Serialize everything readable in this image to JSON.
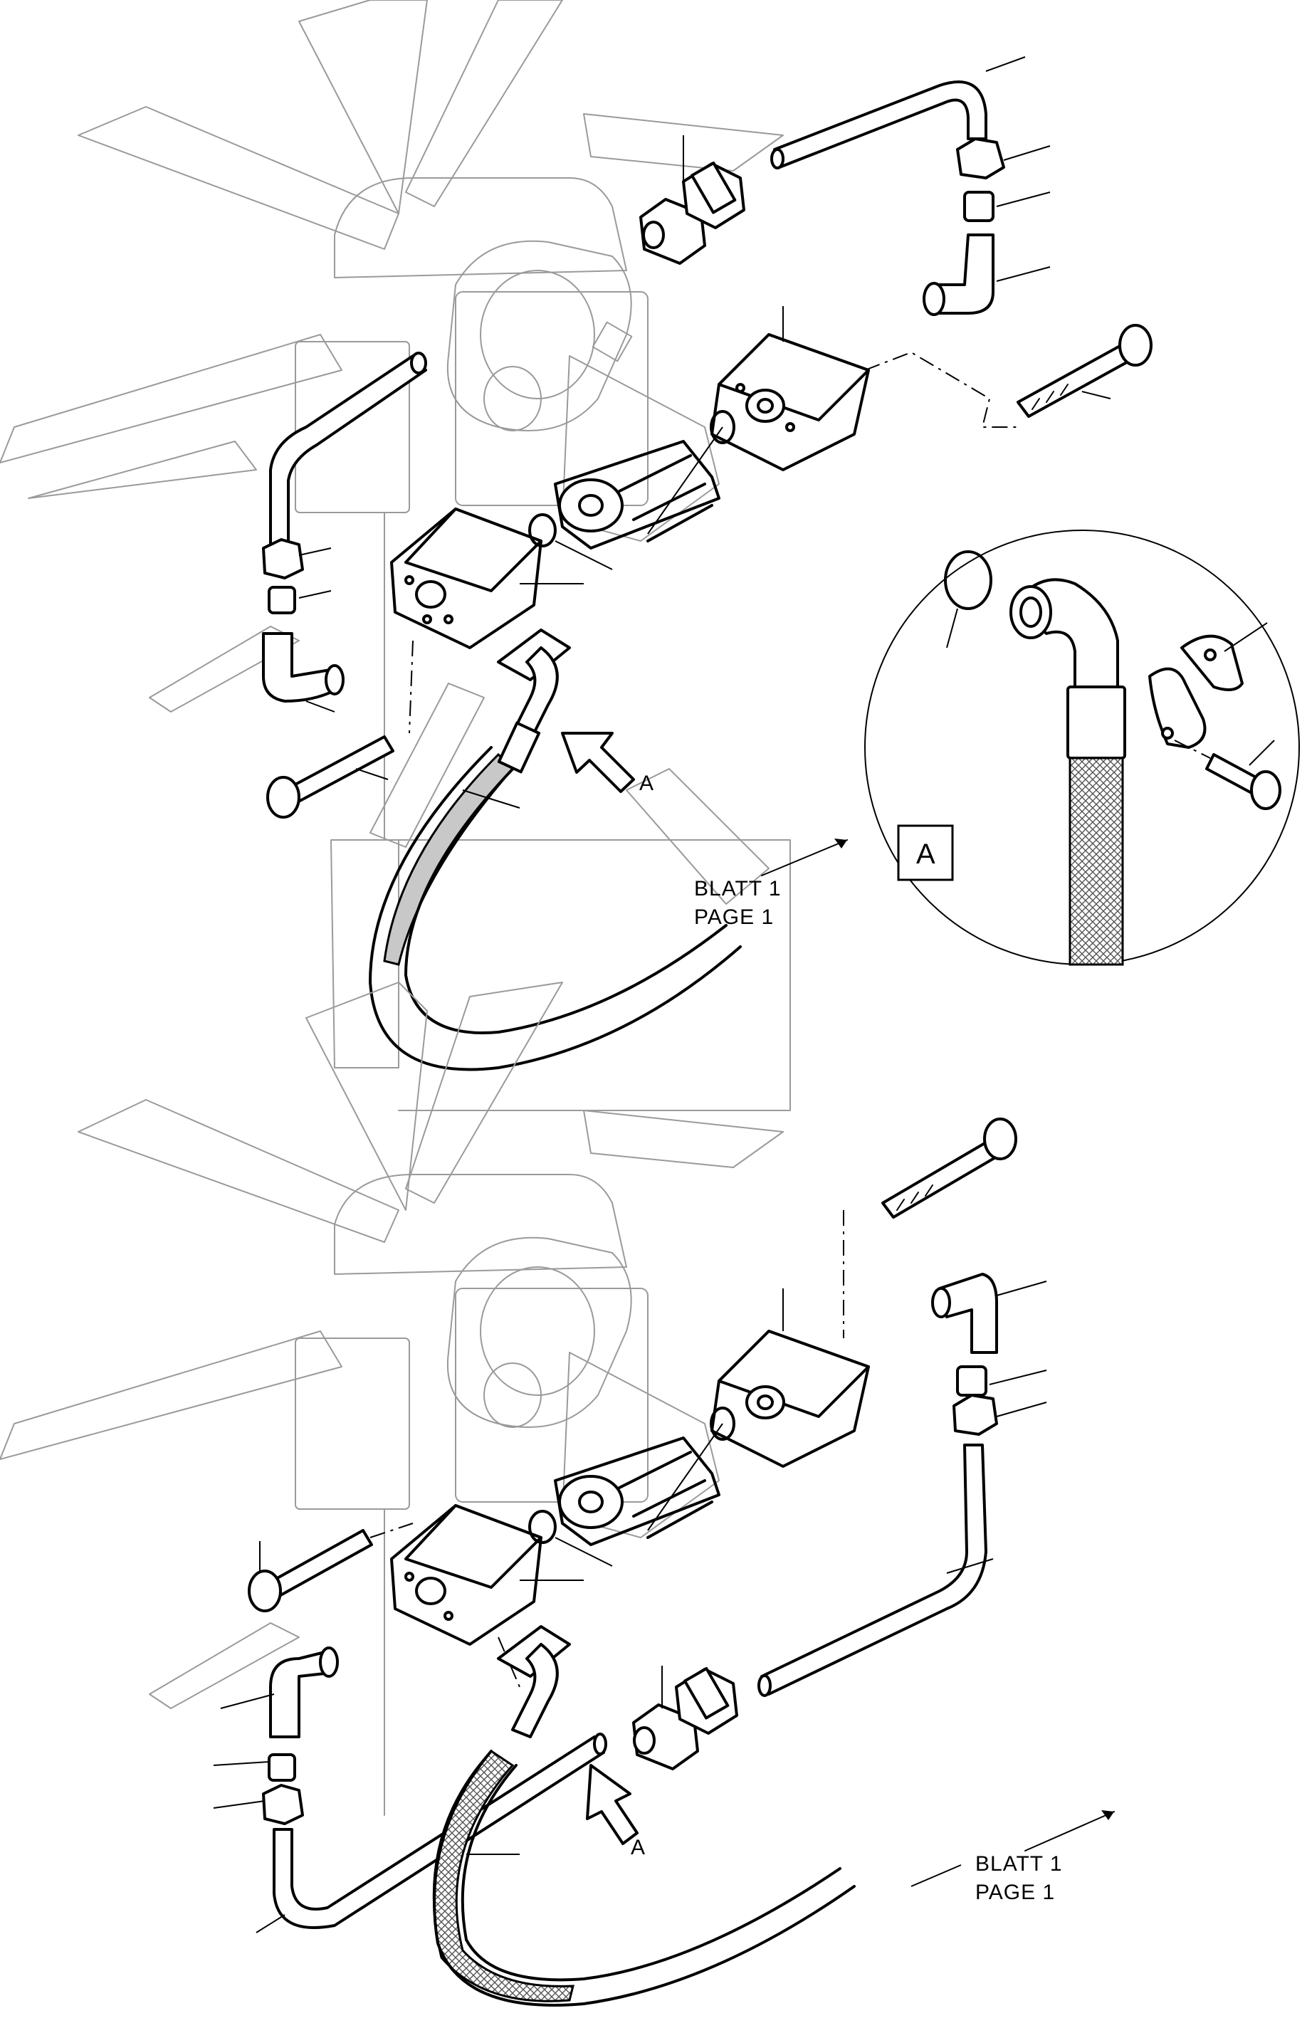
{
  "labels": {
    "detail_marker_top": "A",
    "detail_box": "A",
    "detail_marker_bottom": "A",
    "ref_top_line1": "BLATT 1",
    "ref_top_line2": "PAGE 1",
    "ref_bottom_line1": "BLATT 1",
    "ref_bottom_line2": "PAGE 1"
  },
  "colors": {
    "ink": "#000000",
    "ghost": "#9a9a9a",
    "hose_shade": "#c8c8c8",
    "background": "#ffffff"
  }
}
